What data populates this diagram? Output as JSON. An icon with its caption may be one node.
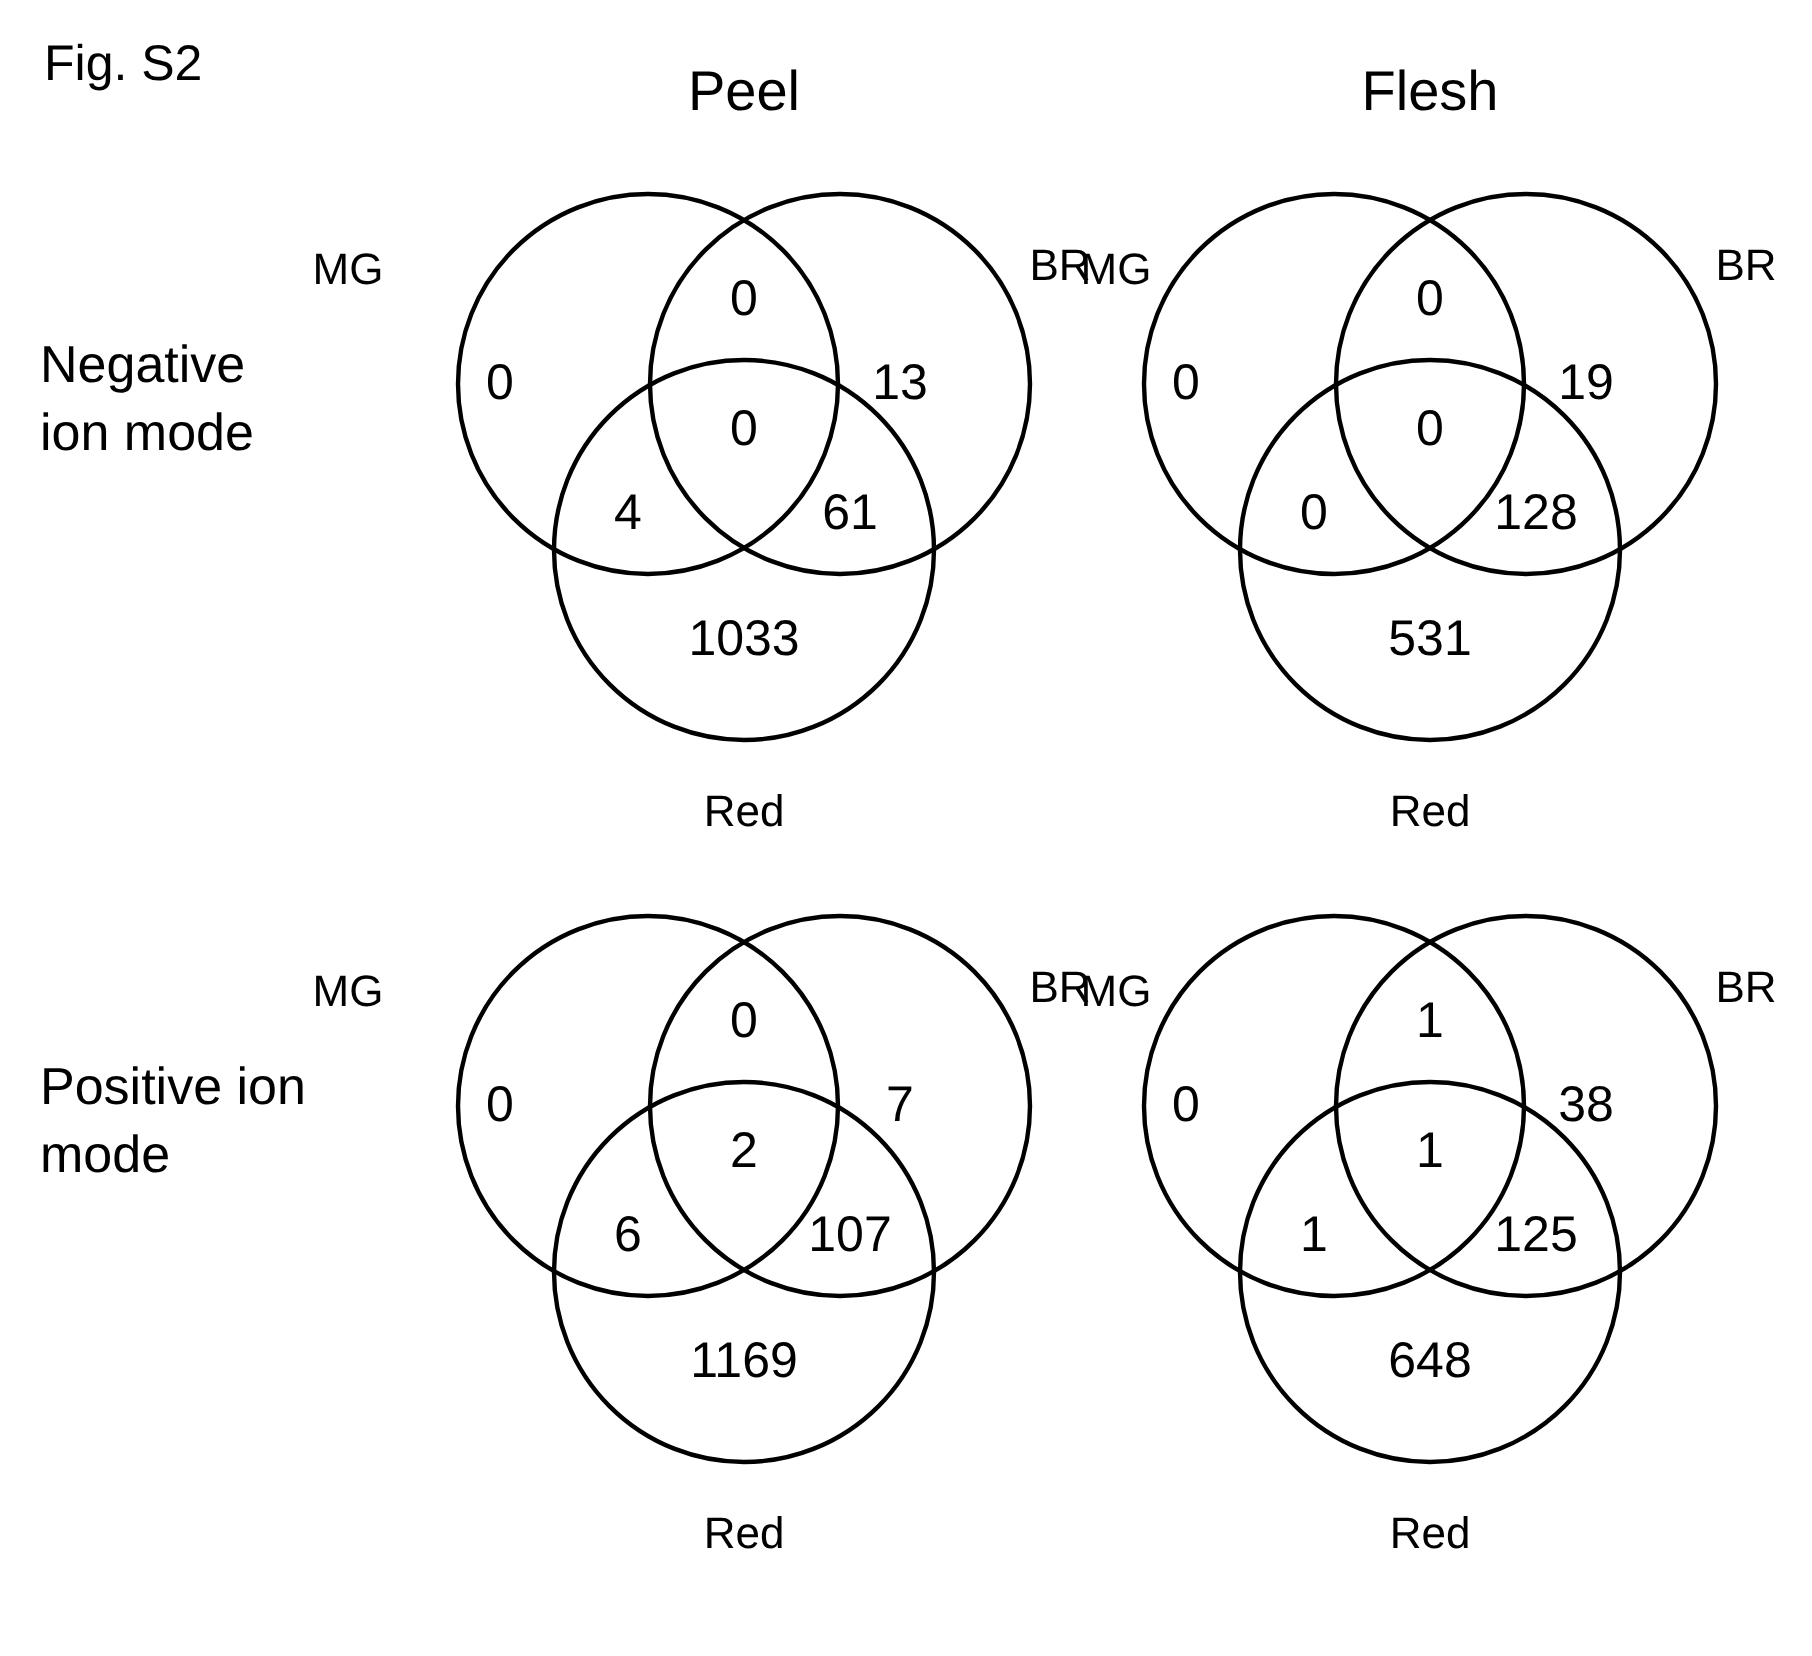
{
  "diagram": {
    "title": "Fig. S2",
    "nodes": [
      {
        "text": [
          "MG"
        ]
      },
      {
        "text": [
          "BR"
        ]
      },
      {
        "text": [
          "Red"
        ]
      },
      {
        "text": [
          "MG"
        ]
      },
      {
        "text": [
          "BR"
        ]
      },
      {
        "text": [
          "Red"
        ]
      },
      {
        "text": [
          "MG"
        ]
      },
      {
        "text": [
          "BR"
        ]
      },
      {
        "text": [
          "Red"
        ]
      },
      {
        "text": [
          "MG"
        ]
      },
      {
        "text": [
          "BR"
        ]
      },
      {
        "text": [
          "Red"
        ]
      }
    ],
    "edges": [],
    "labels": [
      "Peel",
      "Flesh",
      "Negative ion mode",
      "0",
      "0",
      "13",
      "0",
      "4",
      "61",
      "1033",
      "0",
      "0",
      "19",
      "0",
      "0",
      "128",
      "531",
      "Positive ion mode",
      "0",
      "0",
      "7",
      "2",
      "6",
      "107",
      "1169",
      "0",
      "1",
      "38",
      "1",
      "1",
      "125",
      "648"
    ]
  }
}
